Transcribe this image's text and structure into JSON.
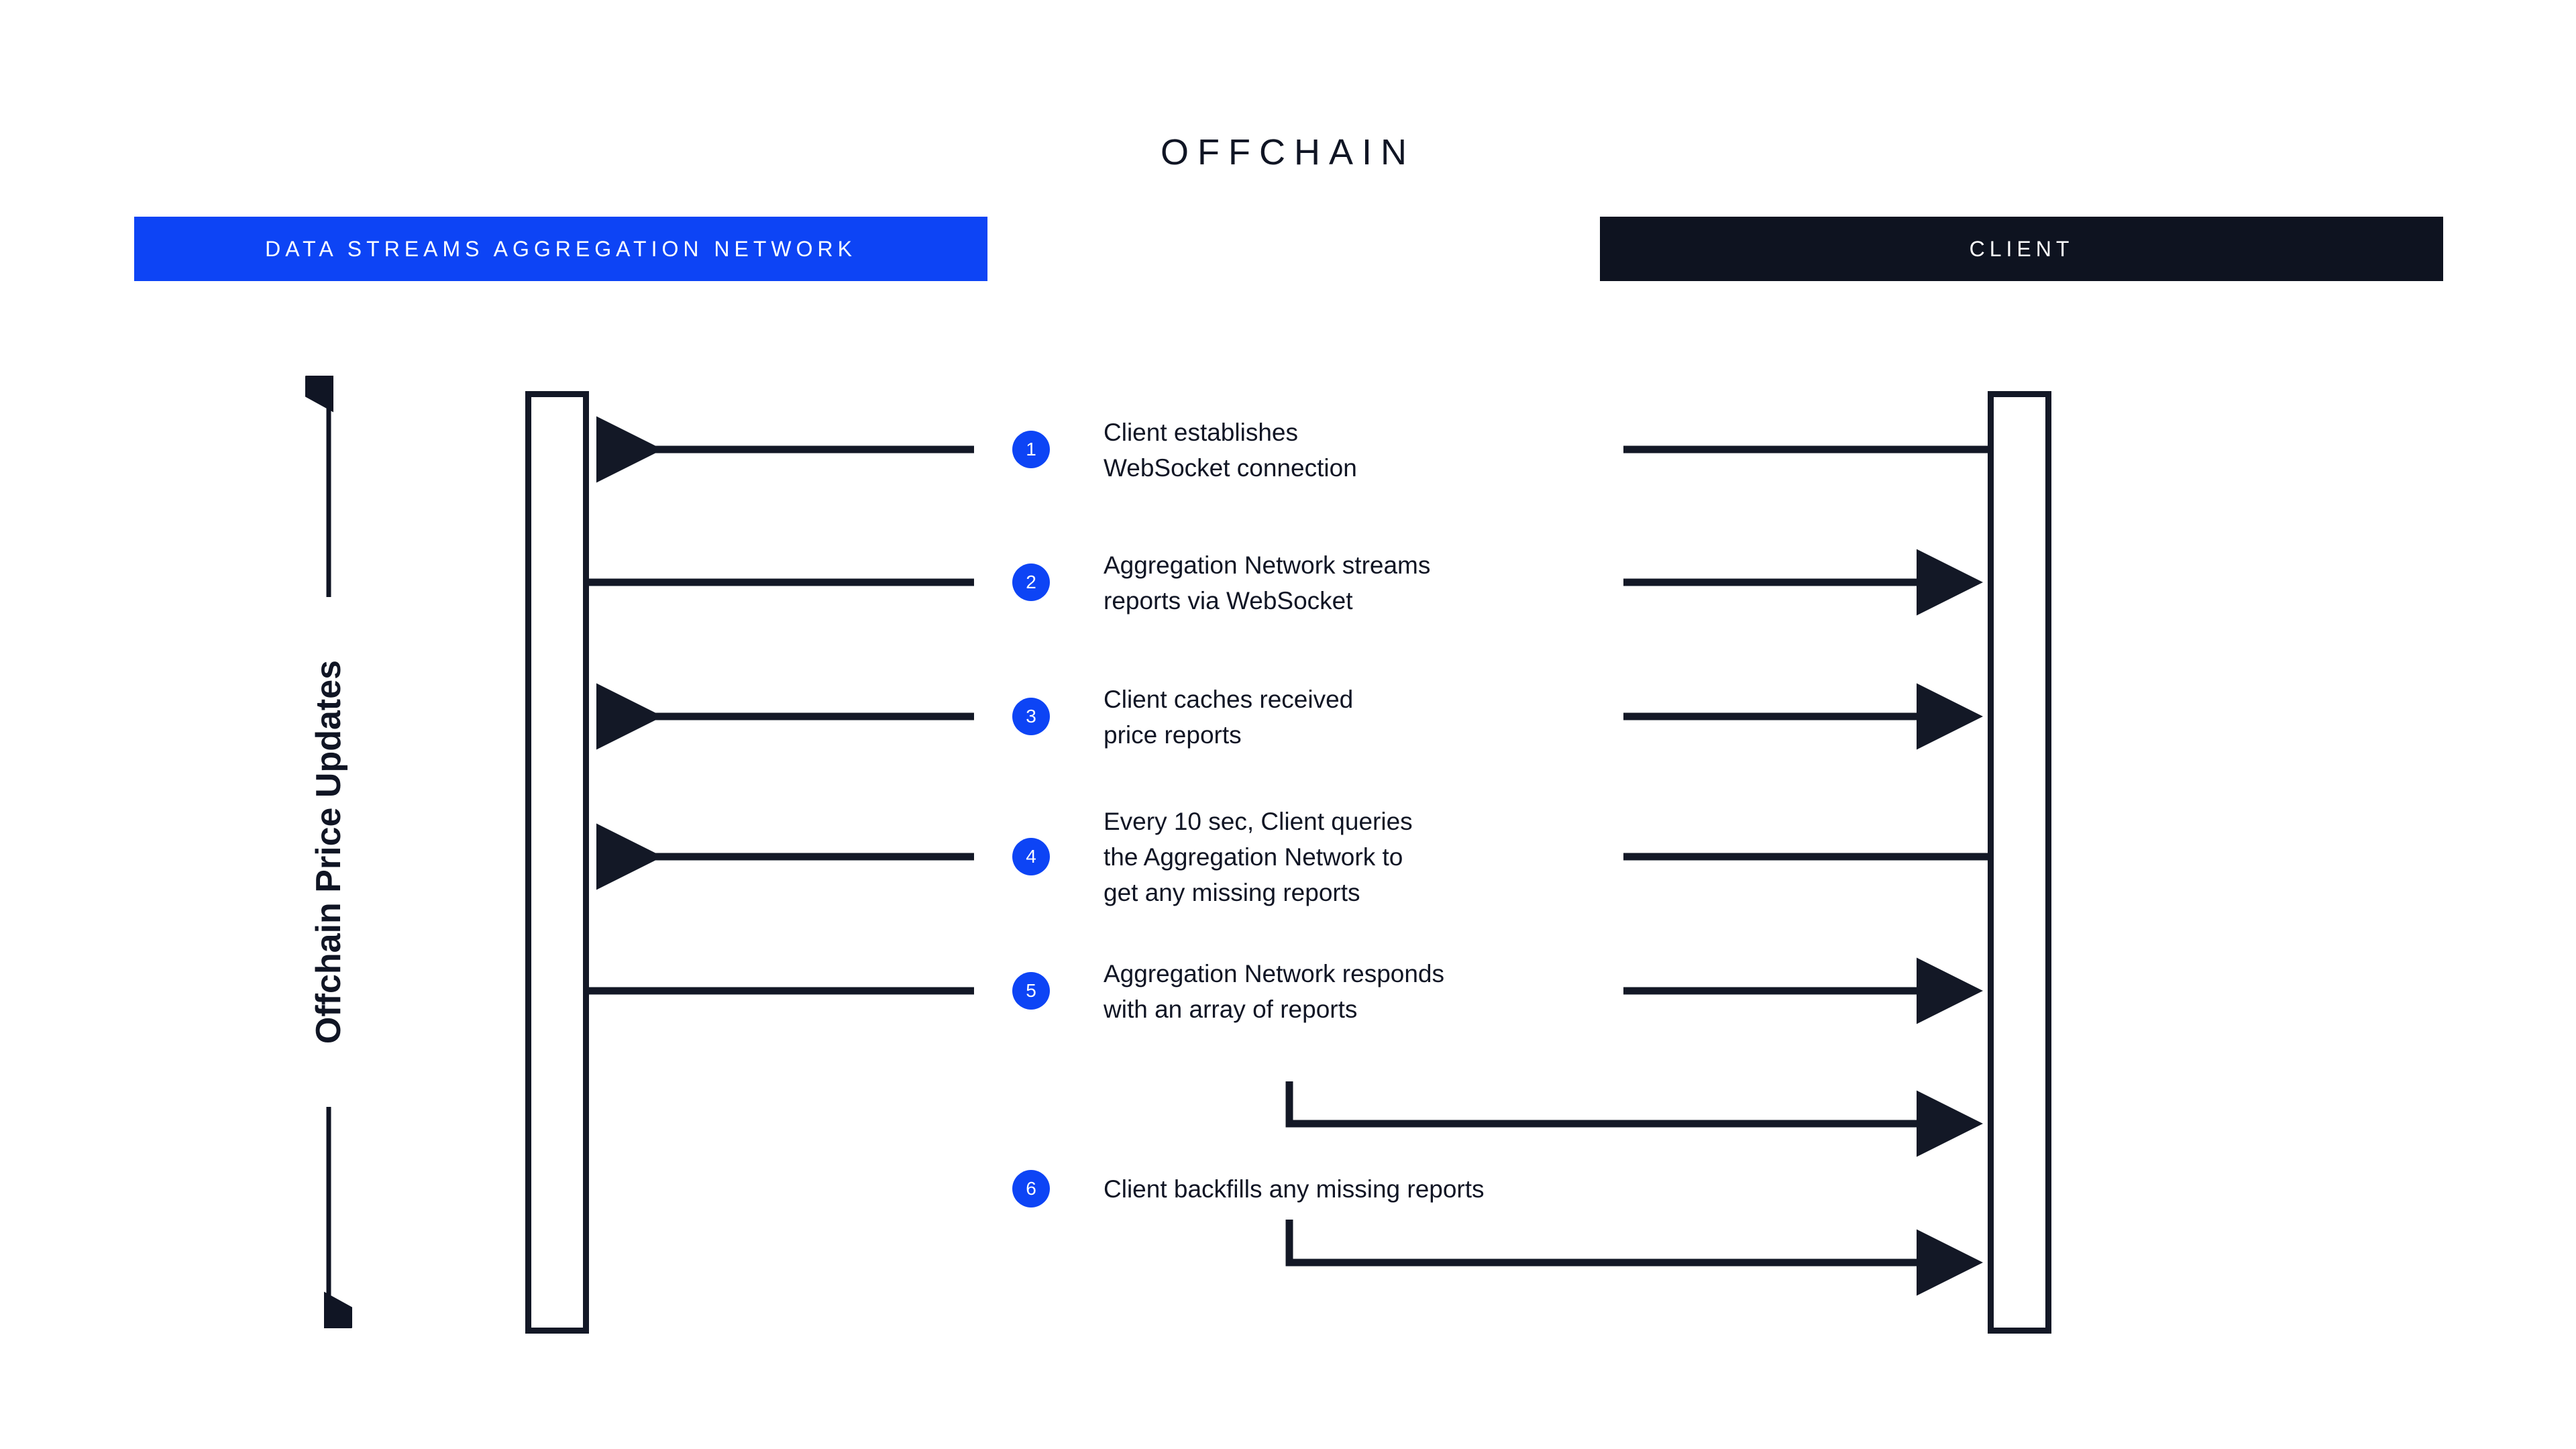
{
  "diagram": {
    "title": "OFFCHAIN",
    "axis_label": "Offchain Price Updates",
    "colors": {
      "accent_blue": "#0D44F5",
      "dark": "#0E1320",
      "ink": "#101524",
      "background": "#FFFFFF"
    }
  },
  "lanes": {
    "network": {
      "label": "DATA STREAMS AGGREGATION NETWORK"
    },
    "client": {
      "label": "CLIENT"
    }
  },
  "steps": [
    {
      "number": "1",
      "text": "Client establishes\nWebSocket connection"
    },
    {
      "number": "2",
      "text": "Aggregation Network streams\nreports via WebSocket"
    },
    {
      "number": "3",
      "text": "Client caches received\nprice reports"
    },
    {
      "number": "4",
      "text": "Every 10 sec, Client queries\nthe Aggregation Network to\nget any missing reports"
    },
    {
      "number": "5",
      "text": "Aggregation Network responds\nwith an array of reports"
    },
    {
      "number": "6",
      "text": "Client backfills any missing reports"
    }
  ]
}
